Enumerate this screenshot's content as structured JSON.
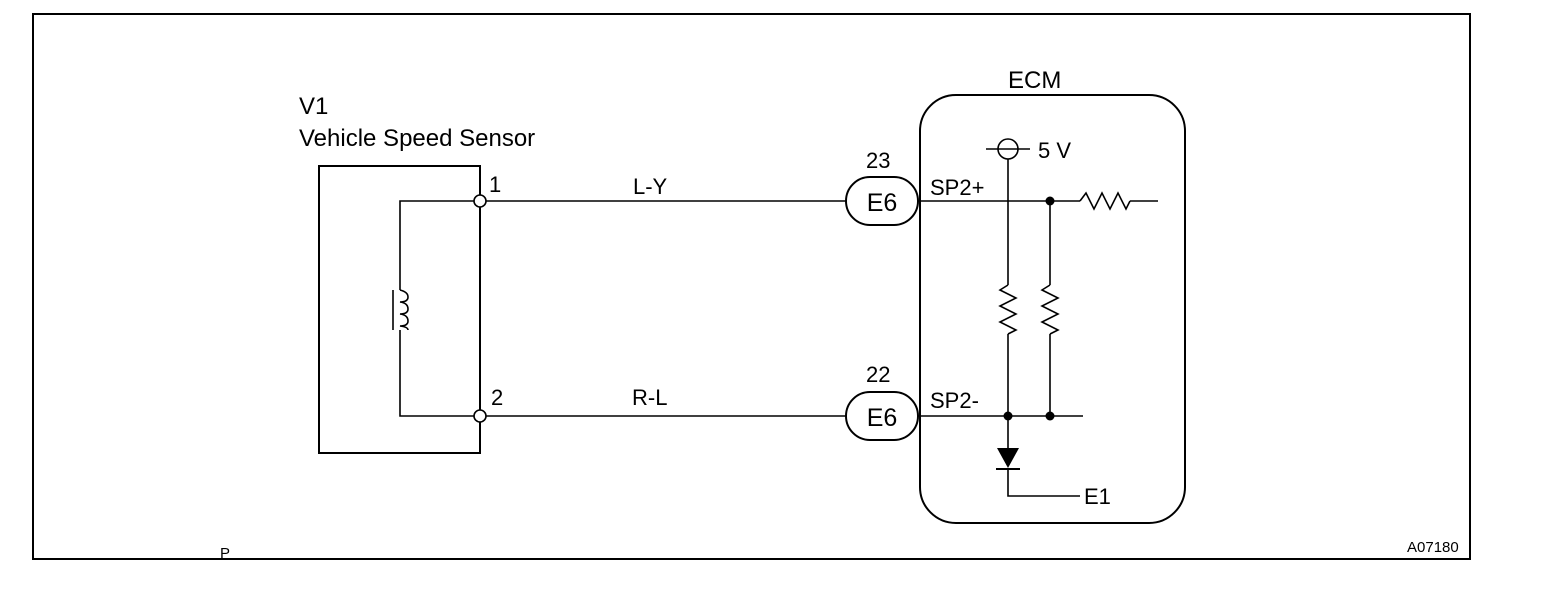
{
  "sensor": {
    "id": "V1",
    "name": "Vehicle Speed Sensor",
    "pin1": "1",
    "pin2": "2"
  },
  "wires": {
    "top_color": "L-Y",
    "bottom_color": "R-L"
  },
  "connectors": {
    "top": {
      "pin": "23",
      "name": "E6"
    },
    "bottom": {
      "pin": "22",
      "name": "E6"
    }
  },
  "ecm": {
    "title": "ECM",
    "supply": "5 V",
    "terminal_plus": "SP2+",
    "terminal_minus": "SP2-",
    "ground": "E1"
  },
  "footer": {
    "code": "A07180",
    "mark": "P"
  }
}
